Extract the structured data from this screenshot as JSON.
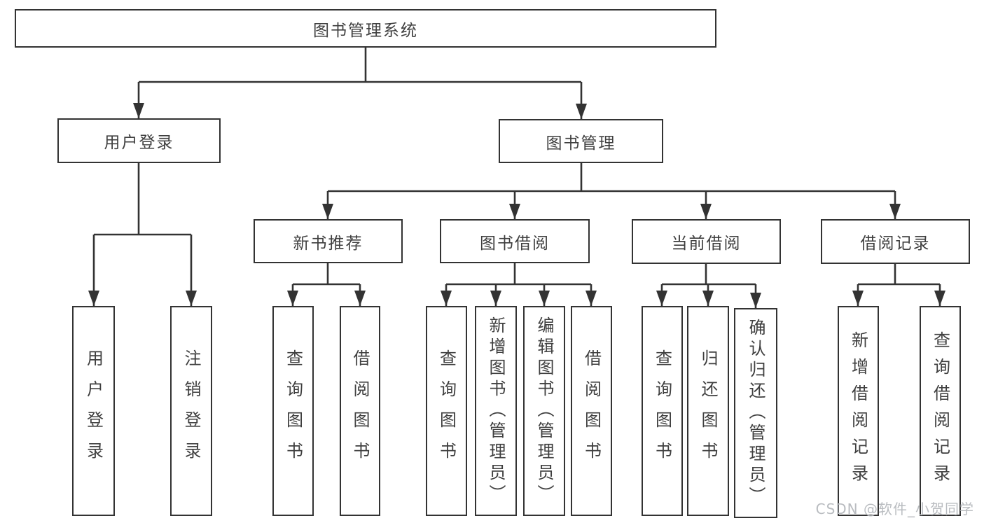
{
  "tree": {
    "root": {
      "label": "图书管理系统",
      "children": [
        {
          "label": "用户登录",
          "children": [
            {
              "label": "用户登录"
            },
            {
              "label": "注销登录"
            }
          ]
        },
        {
          "label": "图书管理",
          "children": [
            {
              "label": "新书推荐",
              "children": [
                {
                  "label": "查询图书"
                },
                {
                  "label": "借阅图书"
                }
              ]
            },
            {
              "label": "图书借阅",
              "children": [
                {
                  "label": "查询图书"
                },
                {
                  "label": "新增图书（管理员）"
                },
                {
                  "label": "编辑图书（管理员）"
                },
                {
                  "label": "借阅图书"
                }
              ]
            },
            {
              "label": "当前借阅",
              "children": [
                {
                  "label": "查询图书"
                },
                {
                  "label": "归还图书"
                },
                {
                  "label": "确认归还（管理员）"
                }
              ]
            },
            {
              "label": "借阅记录",
              "children": [
                {
                  "label": "新增借阅记录"
                },
                {
                  "label": "查询借阅记录"
                }
              ]
            }
          ]
        }
      ]
    }
  },
  "watermark": {
    "text": "CSDN @软件_小贺同学"
  },
  "colors": {
    "line": "#333333",
    "text": "#3f3f3f",
    "watermark": "#b9bcc0",
    "background": "#ffffff"
  }
}
